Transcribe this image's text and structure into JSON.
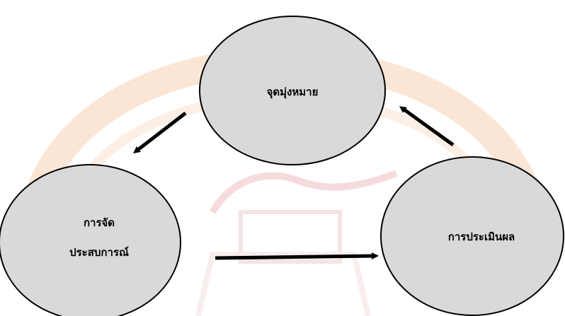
{
  "diagram": {
    "nodes": [
      {
        "id": "goal",
        "lines": [
          "จุดมุ่งหมาย"
        ]
      },
      {
        "id": "experience",
        "lines": [
          "การจัด",
          "ประสบการณ์"
        ]
      },
      {
        "id": "evaluation",
        "lines": [
          "การประเมินผล"
        ]
      }
    ],
    "edges": [
      {
        "from": "goal",
        "to": "experience"
      },
      {
        "from": "experience",
        "to": "evaluation"
      },
      {
        "from": "evaluation",
        "to": "goal"
      }
    ]
  },
  "colors": {
    "node_fill": "#d9d9d9",
    "node_stroke": "#000000",
    "arrow": "#000000",
    "watermark_orange": "#f4c9a8",
    "watermark_red": "#e8b4b4"
  },
  "watermark": {
    "present": true,
    "description_icon": "university-seal-watermark-icon"
  }
}
